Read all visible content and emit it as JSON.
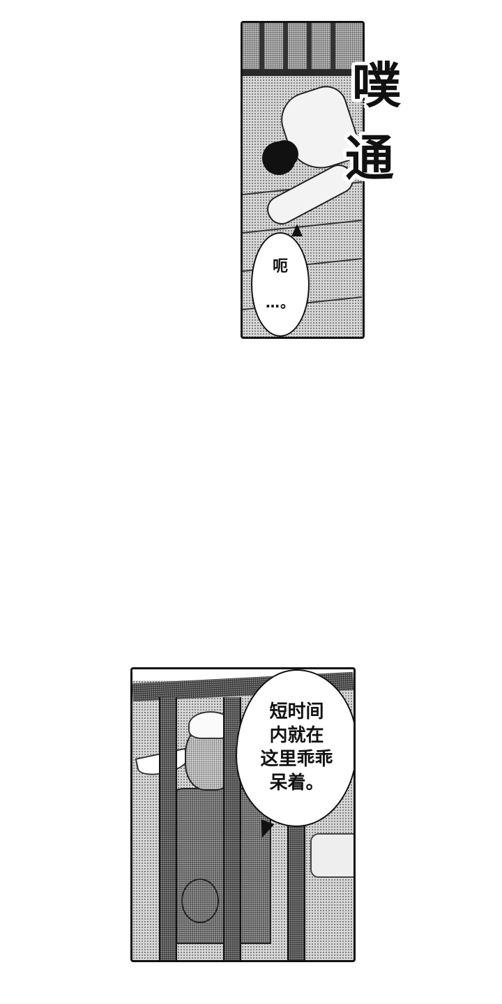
{
  "page": {
    "background": "#ffffff",
    "ink_color": "#111111"
  },
  "panels": [
    {
      "id": "panel-1",
      "scene": "character collapsing onto brick floor behind prison bars",
      "speech_bubble": {
        "line1": "呃",
        "line2": "…。"
      },
      "sound_effects": [
        "噗",
        "通"
      ]
    },
    {
      "id": "panel-2",
      "scene": "grinning jailer holding a ring of keys behind prison bars",
      "speech_bubble": {
        "lines": [
          "短时间",
          "内就在",
          "这里乖乖",
          "呆着。"
        ]
      }
    }
  ]
}
